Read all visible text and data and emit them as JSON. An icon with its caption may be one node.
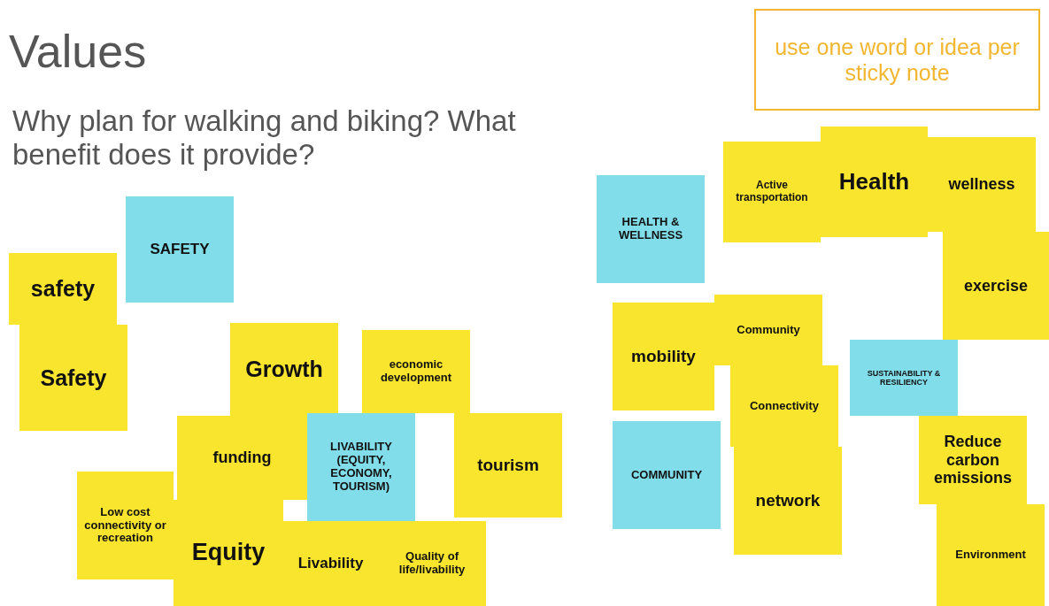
{
  "diagram": {
    "title": "Values",
    "nodes": [
      {
        "text": [
          "use one word or idea per sticky note"
        ]
      },
      {
        "text": [
          "SAFETY"
        ]
      },
      {
        "text": [
          "safety"
        ]
      },
      {
        "text": [
          "Safety"
        ]
      },
      {
        "text": [
          "Growth"
        ]
      },
      {
        "text": [
          "economic development"
        ]
      },
      {
        "text": [
          "funding"
        ]
      },
      {
        "text": [
          "LIVABILITY (EQUITY, ECONOMY, TOURISM)"
        ]
      },
      {
        "text": [
          "tourism"
        ]
      },
      {
        "text": [
          "Low cost connectivity or recreation"
        ]
      },
      {
        "text": [
          "Equity"
        ]
      },
      {
        "text": [
          "Livability"
        ]
      },
      {
        "text": [
          "Quality of life/livability"
        ]
      },
      {
        "text": [
          "HEALTH & WELLNESS"
        ]
      },
      {
        "text": [
          "Active transportation"
        ]
      },
      {
        "text": [
          "Health"
        ]
      },
      {
        "text": [
          "wellness"
        ]
      },
      {
        "text": [
          "exercise"
        ]
      },
      {
        "text": [
          "mobility"
        ]
      },
      {
        "text": [
          "Community"
        ]
      },
      {
        "text": [
          "SUSTAINABILITY & RESILIENCY"
        ]
      },
      {
        "text": [
          "Connectivity"
        ]
      },
      {
        "text": [
          "COMMUNITY"
        ]
      },
      {
        "text": [
          "network"
        ]
      },
      {
        "text": [
          "Reduce carbon emissions"
        ]
      },
      {
        "text": [
          "Environment"
        ]
      }
    ],
    "labels": [
      "Why plan for walking and biking? What benefit does it provide?"
    ]
  }
}
